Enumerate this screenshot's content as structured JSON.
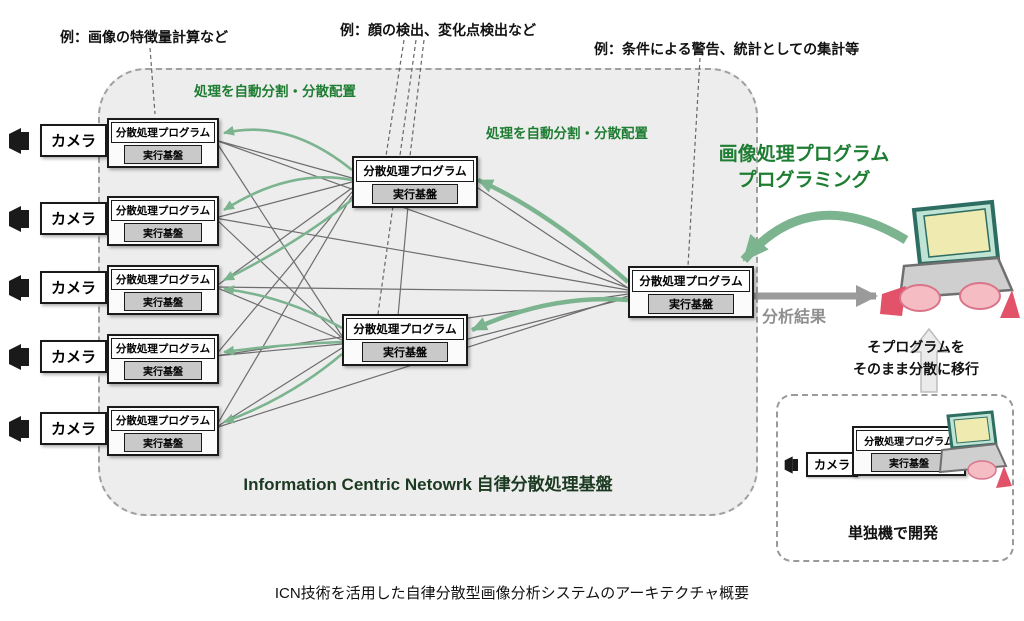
{
  "caption": "ICN技術を活用した自律分散型画像分析システムのアーキテクチャ概要",
  "platform": {
    "label": "Information Centric Netowrk 自律分散処理基盤"
  },
  "labels": {
    "camera": "カメラ",
    "program": "分散処理プログラム",
    "runtime": "実行基盤"
  },
  "annotations": {
    "example_feature": "例：画像の特徴量計算など",
    "example_face": "例：顔の検出、変化点検出など",
    "example_alert": "例：条件による警告、統計としての集計等",
    "auto_distribute_left": "処理を自動分割・分散配置",
    "auto_distribute_center": "処理を自動分割・分散配置",
    "image_program_line1": "画像処理プログラム",
    "image_program_line2": "プログラミング",
    "analysis_result": "分析結果",
    "migrate_line1": "そプログラムを",
    "migrate_line2": "そのまま分散に移行",
    "standalone_dev": "単独機で開発"
  },
  "colors": {
    "green_text": "#1e7d32",
    "green_arrow": "#7cb48f",
    "gray_arrow": "#9a9a9a",
    "container_bg": "#ededed",
    "runtime_bg": "#c9c9c9"
  }
}
